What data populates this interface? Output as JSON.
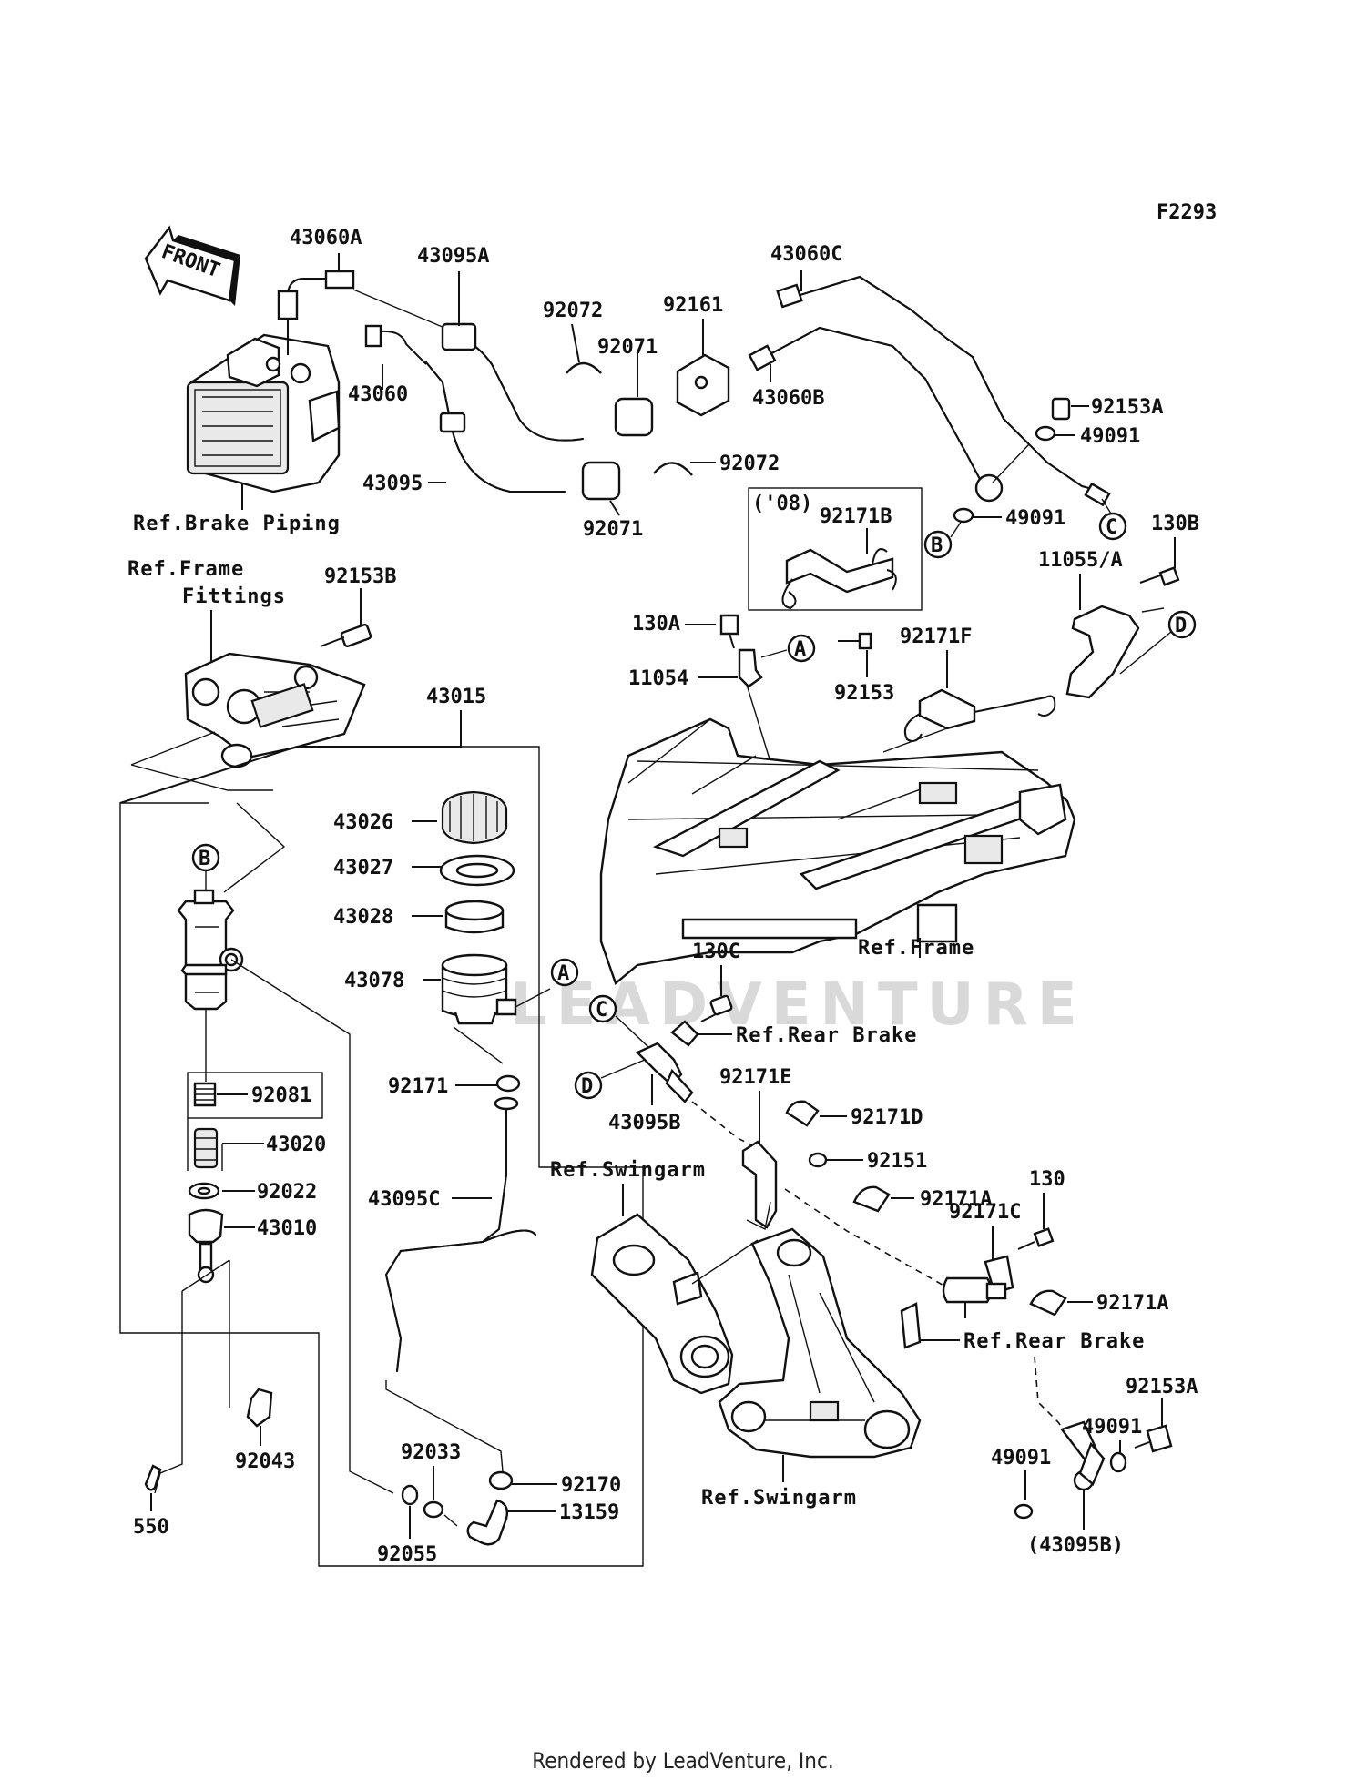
{
  "diagram": {
    "code": "F2293",
    "front_label": "FRONT",
    "watermark": "LEADVENTURE",
    "footer": "Rendered by LeadVenture, Inc.",
    "refs": {
      "brake_piping": "Ref.Brake Piping",
      "frame_fittings_1": "Ref.Frame",
      "frame_fittings_2": "Fittings",
      "frame": "Ref.Frame",
      "rear_brake_1": "Ref.Rear Brake",
      "rear_brake_2": "Ref.Rear Brake",
      "swingarm_1": "Ref.Swingarm",
      "swingarm_2": "Ref.Swingarm"
    },
    "year_note": "('08)",
    "callout_letters": {
      "a": "A",
      "b": "B",
      "c": "C",
      "d": "D"
    },
    "parts": {
      "p43060A": "43060A",
      "p43095A": "43095A",
      "p92072_top": "92072",
      "p92161": "92161",
      "p43060C": "43060C",
      "p92071_top": "92071",
      "p43060B": "43060B",
      "p43060": "43060",
      "p92153A_top": "92153A",
      "p49091_top": "49091",
      "p43095": "43095",
      "p92072_mid": "92072",
      "p92071_bot": "92071",
      "p92171B": "92171B",
      "p49091_mid": "49091",
      "p130B": "130B",
      "p11055A": "11055/A",
      "p92153B": "92153B",
      "p130A": "130A",
      "p92171F": "92171F",
      "p11054": "11054",
      "p92153": "92153",
      "p43015": "43015",
      "p43026": "43026",
      "p43027": "43027",
      "p43028": "43028",
      "p43078": "43078",
      "p130C": "130C",
      "p92171": "92171",
      "p92081": "92081",
      "p43020": "43020",
      "p43095B": "43095B",
      "p92171E": "92171E",
      "p92171D": "92171D",
      "p92151": "92151",
      "p92022": "92022",
      "p43095C": "43095C",
      "p92171A_top": "92171A",
      "p130": "130",
      "p43010": "43010",
      "p92171C": "92171C",
      "p92171A_bot": "92171A",
      "p92153A_bot": "92153A",
      "p92043": "92043",
      "p49091_r": "49091",
      "p49091_l": "49091",
      "p92033": "92033",
      "p92170": "92170",
      "p13159": "13159",
      "p550": "550",
      "p92055": "92055",
      "p43095B_paren": "(43095B)"
    }
  }
}
